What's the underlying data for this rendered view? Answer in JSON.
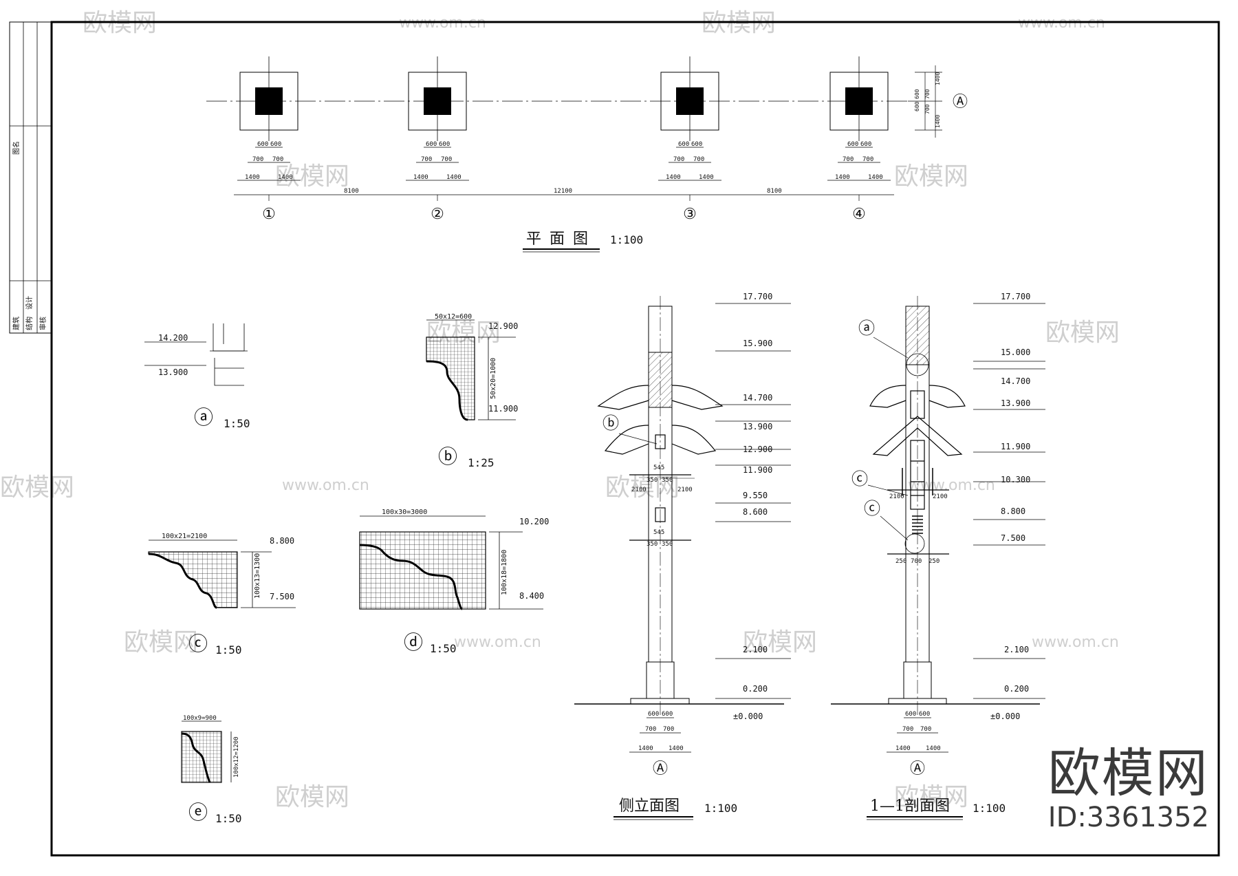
{
  "plan": {
    "title": "平面图",
    "scale": "1:100",
    "axes": [
      "①",
      "②",
      "③",
      "④"
    ],
    "axis_a": "Ⓐ",
    "dims_post": [
      "600",
      "600"
    ],
    "dims_inner": [
      "700",
      "700"
    ],
    "dims_outer": [
      "1400",
      "1400"
    ],
    "spans": [
      "8100",
      "12100",
      "8100"
    ],
    "dims_vertical": [
      "1400",
      "700",
      "600",
      "600",
      "700",
      "1400"
    ]
  },
  "details": {
    "a": {
      "label": "ⓐ",
      "scale": "1:50",
      "levels": [
        "14.200",
        "13.900"
      ]
    },
    "b": {
      "label": "ⓑ",
      "scale": "1:25",
      "top_dim": "50x12=600",
      "side_dim": "50x20=1000",
      "levels": [
        "12.900",
        "11.900"
      ]
    },
    "c": {
      "label": "ⓒ",
      "scale": "1:50",
      "top_dim": "100x21=2100",
      "side_dim": "100x13=1300",
      "levels": [
        "8.800",
        "7.500"
      ]
    },
    "d": {
      "label": "ⓓ",
      "scale": "1:50",
      "top_dim": "100x30=3000",
      "side_dim": "100x18=1800",
      "levels": [
        "10.200",
        "8.400"
      ]
    },
    "e": {
      "label": "ⓔ",
      "scale": "1:50",
      "top_dim": "100x9=900",
      "side_dim": "100x12=1200"
    }
  },
  "side_elevation": {
    "title": "侧立面图",
    "scale": "1:100",
    "levels": [
      "17.700",
      "15.900",
      "14.700",
      "13.900",
      "12.900",
      "11.900",
      "9.550",
      "8.600",
      "2.100",
      "0.200",
      "±0.000"
    ],
    "callout": "ⓑ",
    "dims_upper": [
      "545",
      "350",
      "350",
      "2100",
      "2100"
    ],
    "dims_lower": [
      "545",
      "350",
      "350"
    ],
    "dims_base": [
      "600",
      "600",
      "700",
      "700",
      "1400",
      "1400"
    ],
    "axis": "Ⓐ"
  },
  "section": {
    "title": "1—1剖面图",
    "scale": "1:100",
    "levels": [
      "17.700",
      "15.000",
      "14.700",
      "13.900",
      "11.900",
      "10.300",
      "8.800",
      "7.500",
      "2.100",
      "0.200",
      "±0.000"
    ],
    "callouts": [
      "ⓐ",
      "ⓒ",
      "ⓒ"
    ],
    "dims_upper": [
      "2100",
      "2100"
    ],
    "dims_lower": [
      "250",
      "700",
      "250"
    ],
    "dims_base": [
      "600",
      "600",
      "700",
      "700",
      "1400",
      "1400"
    ],
    "axis": "Ⓐ"
  },
  "title_block": {
    "texts": [
      "图名",
      "建筑",
      "结构",
      "设计",
      "审核"
    ]
  },
  "watermark": {
    "text": "欧模网",
    "url": "www.om.cn"
  },
  "brand": {
    "logo": "欧模网",
    "id": "ID:3361352"
  }
}
